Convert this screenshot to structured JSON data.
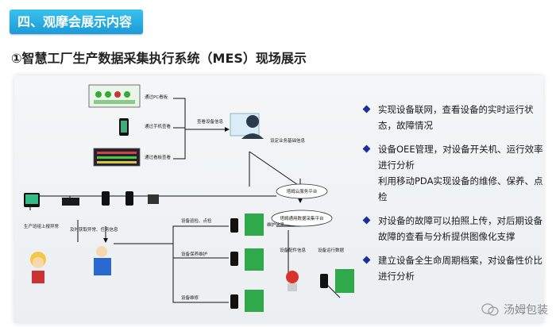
{
  "header": {
    "section": "四、观摩会展示内容",
    "subtitle": "①智慧工厂生产数据采集执行系统（MES）现场展示"
  },
  "diagram": {
    "screen_labels": [
      "通过PC看板",
      "通过手机查看",
      "通过看板查看"
    ],
    "view_equipment": "查看设备信息",
    "set_business": "设定业务基础信息",
    "cloud_platform": "塔姆云服务平台",
    "data_platform": "塔姆通用数据采集平台",
    "worker_label": "生产班组上报异常",
    "timely_label": "及时获取异常、任务信息",
    "inspect_label": "设备巡检、点检",
    "maintain_label": "设备保养维护",
    "repair_label": "设备维修",
    "maint_info": "维护信息",
    "parts_info": "设备配件信息",
    "run_data": "设备运行数据"
  },
  "bullets": [
    "实现设备联网，查看设备的实时运行状态，故障情况",
    "设备OEE管理，对设备开关机、运行效率进行分析\n利用移动PDA实现设备的维修、保养、点检",
    "对设备的故障可以拍照上传，对后期设备故障的查看与分析提供图像化支撑",
    "建立设备全生命周期档案，对设备性价比进行分析"
  ],
  "watermark": "汤姆包装",
  "colors": {
    "accent": "#1c9bd8",
    "bullet": "#1b2f9c",
    "node": "#2fa94a"
  }
}
